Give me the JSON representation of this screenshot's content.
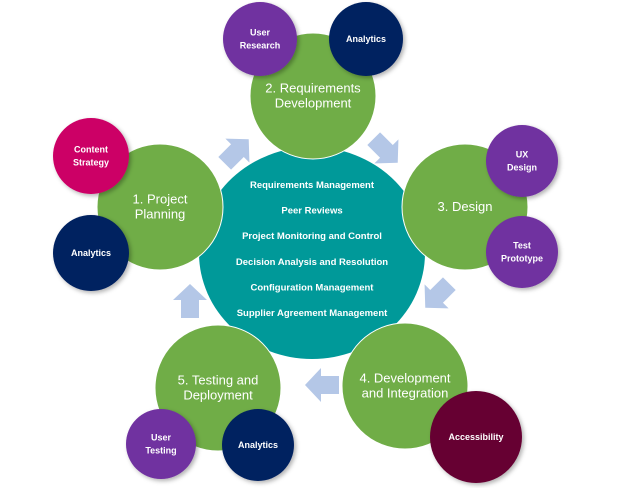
{
  "colors": {
    "phase_green": "#70AD47",
    "center_teal": "#009999",
    "arrow_blue": "#B4C7E7",
    "purple": "#7030A0",
    "navy": "#002060",
    "magenta": "#CC0066",
    "maroon": "#660033",
    "text": "#FFFFFF"
  },
  "center": {
    "items": [
      "Requirements Management",
      "Peer Reviews",
      "Project Monitoring and Control",
      "Decision Analysis and Resolution",
      "Configuration Management",
      "Supplier Agreement Management"
    ]
  },
  "phases": [
    {
      "id": "project-planning",
      "lines": [
        "1. Project",
        "Planning"
      ],
      "satellites": [
        {
          "lines": [
            "Content",
            "Strategy"
          ],
          "color": "magenta"
        },
        {
          "lines": [
            "Analytics"
          ],
          "color": "navy"
        }
      ]
    },
    {
      "id": "requirements-development",
      "lines": [
        "2. Requirements",
        "Development"
      ],
      "satellites": [
        {
          "lines": [
            "User",
            "Research"
          ],
          "color": "purple"
        },
        {
          "lines": [
            "Analytics"
          ],
          "color": "navy"
        }
      ]
    },
    {
      "id": "design",
      "lines": [
        "3. Design"
      ],
      "satellites": [
        {
          "lines": [
            "UX",
            "Design"
          ],
          "color": "purple"
        },
        {
          "lines": [
            "Test",
            "Prototype"
          ],
          "color": "purple"
        }
      ]
    },
    {
      "id": "development-integration",
      "lines": [
        "4. Development",
        "and Integration"
      ],
      "satellites": [
        {
          "lines": [
            "Accessibility"
          ],
          "color": "maroon"
        }
      ]
    },
    {
      "id": "testing-deployment",
      "lines": [
        "5. Testing and",
        "Deployment"
      ],
      "satellites": [
        {
          "lines": [
            "User",
            "Testing"
          ],
          "color": "purple"
        },
        {
          "lines": [
            "Analytics"
          ],
          "color": "navy"
        }
      ]
    }
  ],
  "arrows": [
    {
      "from": "project-planning",
      "to": "requirements-development",
      "direction": "up-right"
    },
    {
      "from": "requirements-development",
      "to": "design",
      "direction": "down-right"
    },
    {
      "from": "design",
      "to": "development-integration",
      "direction": "down-left"
    },
    {
      "from": "development-integration",
      "to": "testing-deployment",
      "direction": "left"
    },
    {
      "from": "testing-deployment",
      "to": "project-planning",
      "direction": "up"
    }
  ]
}
